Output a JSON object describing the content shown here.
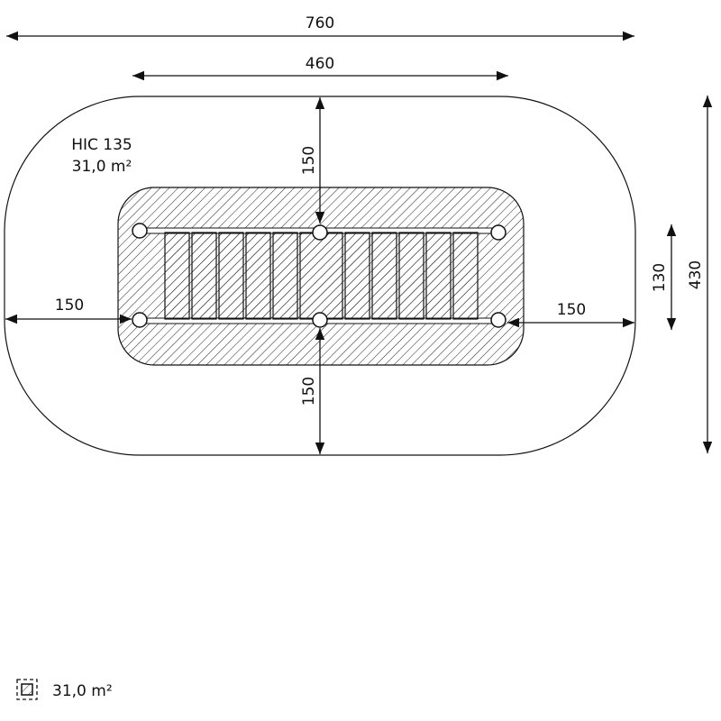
{
  "dimensions": {
    "overall_width": "760",
    "structure_width": "460",
    "top_clearance": "150",
    "bottom_clearance": "150",
    "left_clearance": "150",
    "right_clearance": "150",
    "structure_depth": "130",
    "overall_depth": "430"
  },
  "area_label": {
    "hic": "HIC 135",
    "area": "31,0 m²"
  },
  "legend": {
    "icon": "hatched-area-icon",
    "area": "31,0 m²"
  },
  "colors": {
    "line": "#111111",
    "background": "#ffffff"
  }
}
